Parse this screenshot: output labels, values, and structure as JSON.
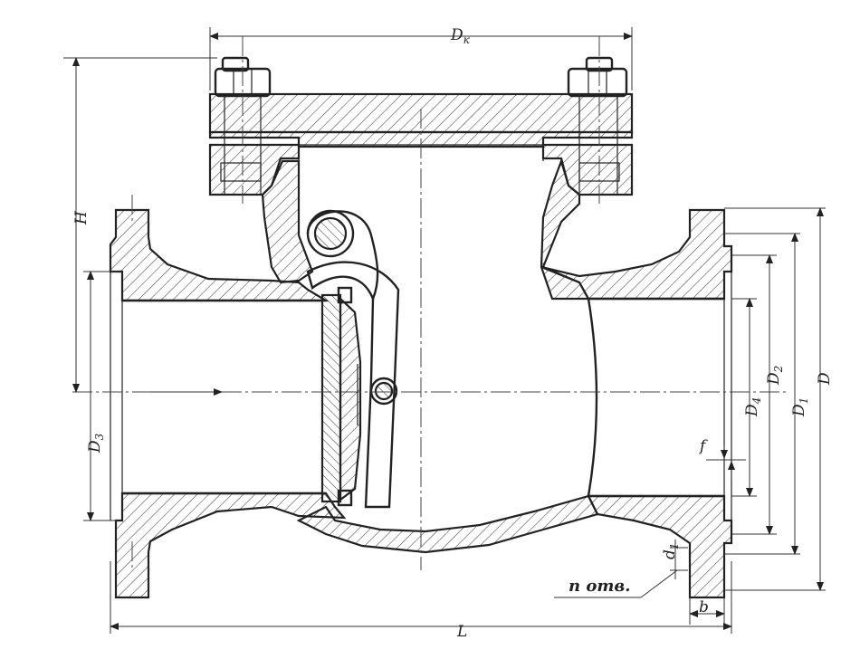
{
  "labels": {
    "Dk": "D",
    "Dk_sub": "к",
    "H": "H",
    "D3": "D",
    "D3_sub": "3",
    "D4": "D",
    "D4_sub": "4",
    "D2": "D",
    "D2_sub": "2",
    "D1": "D",
    "D1_sub": "1",
    "D": "D",
    "f": "f",
    "d": "d",
    "d_sub": "1",
    "n_holes": "n отв.",
    "b": "b",
    "L": "L"
  },
  "colors": {
    "line": "#222222",
    "background": "#ffffff"
  }
}
